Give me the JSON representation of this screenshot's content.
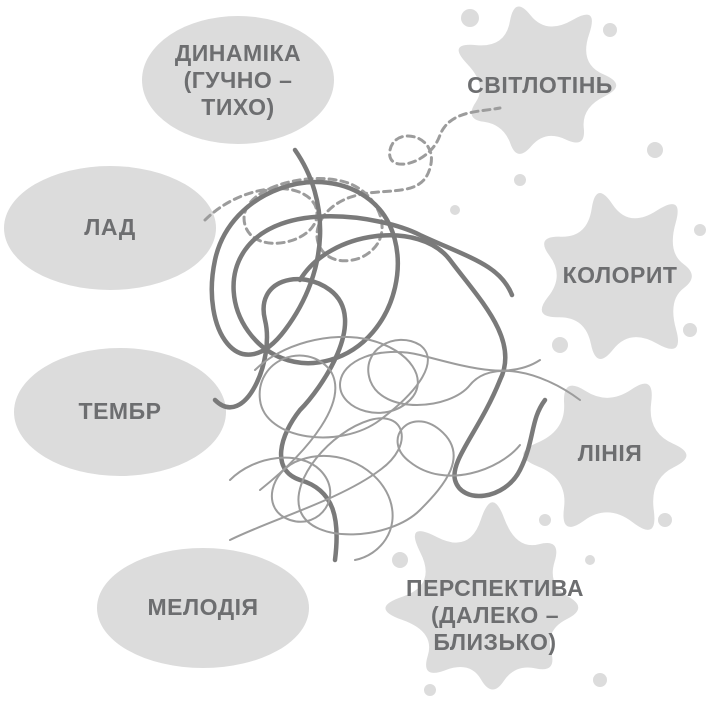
{
  "colors": {
    "ellipse_fill": "#dcdcdc",
    "splash_fill": "#dcdcdc",
    "text": "#6d6e70",
    "thread_dark": "#7a7a7a",
    "thread_light": "#9c9c9c"
  },
  "music_terms": {
    "dynamics": "ДИНАМІКА\n(ГУЧНО –\nТИХО)",
    "mode": "ЛАД",
    "timbre": "ТЕМБР",
    "melody": "МЕЛОДІЯ"
  },
  "art_terms": {
    "chiaroscuro": "СВІТЛОТІНЬ",
    "color": "КОЛОРИТ",
    "line": "ЛІНІЯ",
    "perspective": "ПЕРСПЕКТИВА\n(ДАЛЕКО –\nБЛИЗЬКО)"
  }
}
